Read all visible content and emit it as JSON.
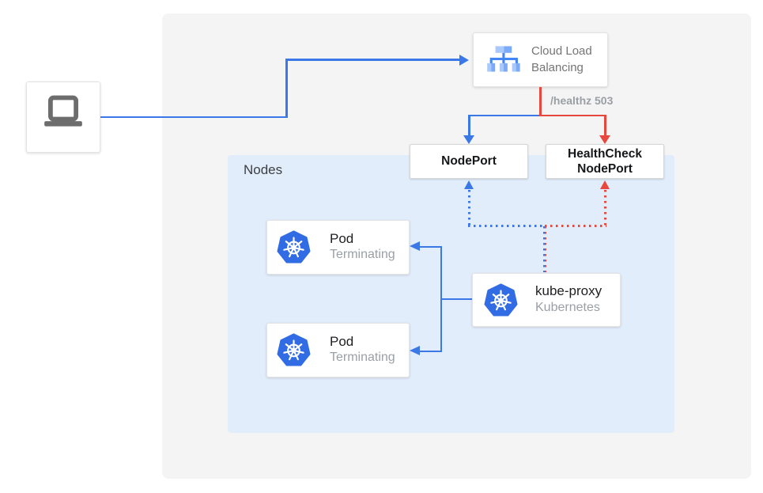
{
  "colors": {
    "arrow_blue": "#3b78e7",
    "arrow_red": "#e8473e",
    "kubernetes_blue": "#326ce5",
    "nodes_background": "#e2edfb",
    "panel_background": "#f4f4f4",
    "clb_icon_light": "#a9c8fb",
    "clb_icon_medium": "#7baaf7",
    "clb_icon_strong": "#4285f4",
    "laptop_gray": "#6d6d6d"
  },
  "client": {
    "icon": "laptop-icon"
  },
  "load_balancer": {
    "icon": "load-balancer-icon",
    "label": "Cloud Load Balancing"
  },
  "health_path_label": "/healthz 503",
  "node_port": {
    "label": "NodePort"
  },
  "health_check_node_port": {
    "label": "HealthCheck NodePort"
  },
  "nodes_group": {
    "label": "Nodes"
  },
  "pods": [
    {
      "icon": "kubernetes-icon",
      "title": "Pod",
      "status": "Terminating"
    },
    {
      "icon": "kubernetes-icon",
      "title": "Pod",
      "status": "Terminating"
    }
  ],
  "kube_proxy": {
    "icon": "kubernetes-icon",
    "title": "kube-proxy",
    "subtitle": "Kubernetes"
  }
}
